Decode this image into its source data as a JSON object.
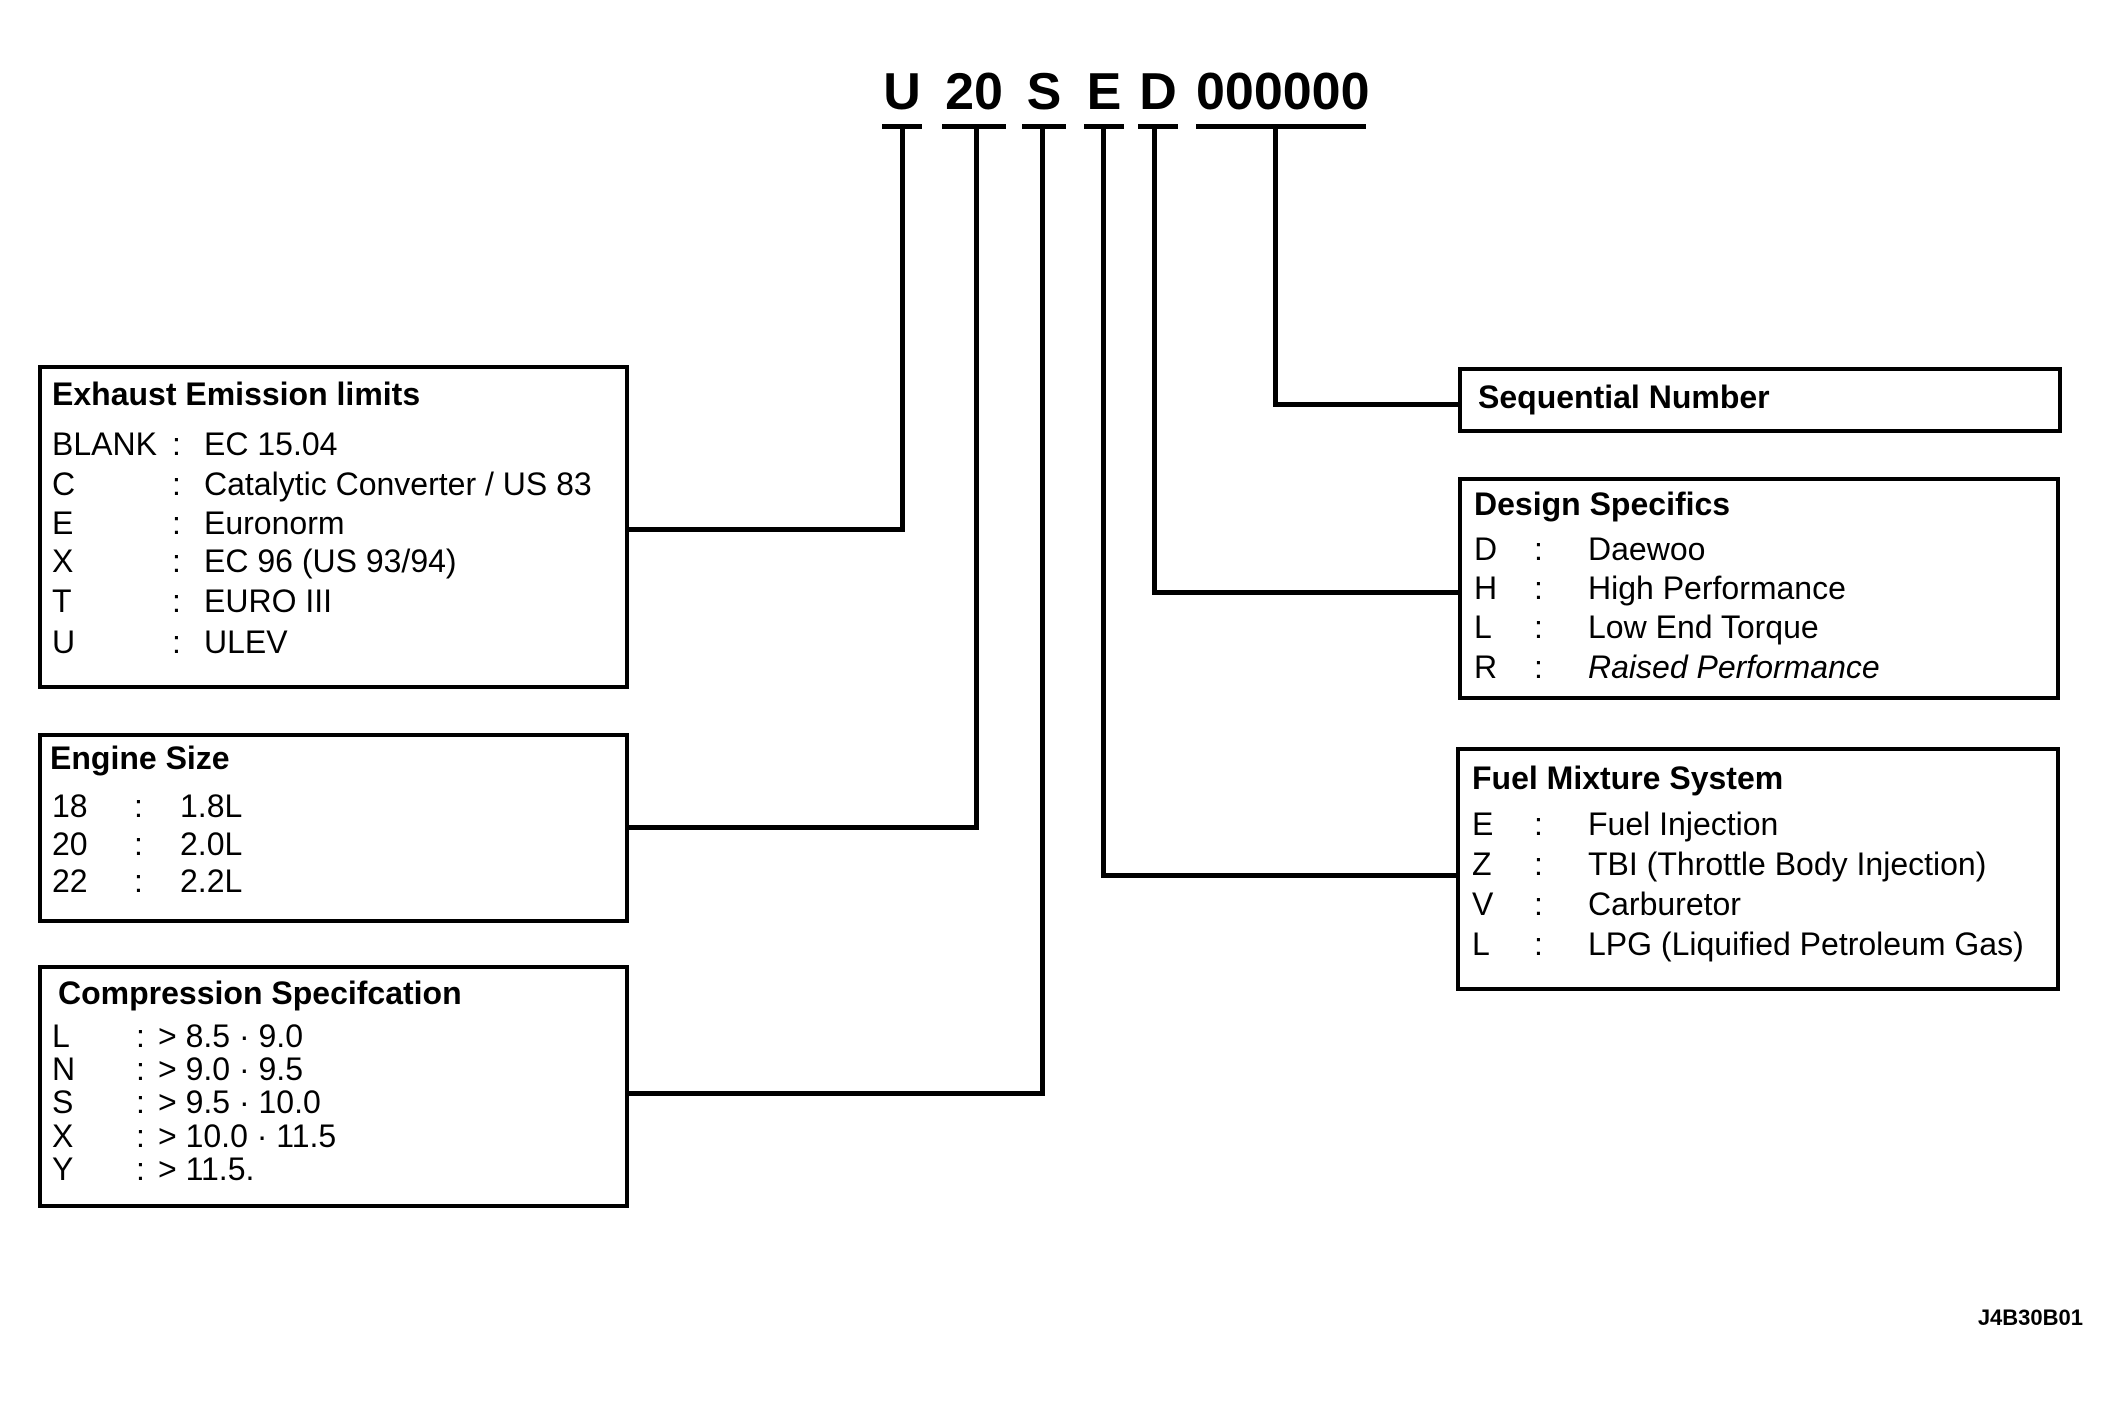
{
  "code": {
    "parts": [
      "U",
      "20",
      "S",
      "E",
      "D",
      "000000"
    ]
  },
  "exhaust": {
    "title": "Exhaust Emission limits",
    "rows": [
      {
        "key": "BLANK",
        "sep": ":",
        "value": "EC 15.04"
      },
      {
        "key": "C",
        "sep": ":",
        "value": "Catalytic Converter / US 83"
      },
      {
        "key": "E",
        "sep": ":",
        "value": "Euronorm"
      },
      {
        "key": "X",
        "sep": ":",
        "value": "EC 96 (US 93/94)"
      },
      {
        "key": "T",
        "sep": ":",
        "value": "EURO III"
      },
      {
        "key": "U",
        "sep": ":",
        "value": "ULEV"
      }
    ]
  },
  "engine": {
    "title": "Engine Size",
    "rows": [
      {
        "key": "18",
        "sep": ":",
        "value": "1.8L"
      },
      {
        "key": "20",
        "sep": ":",
        "value": "2.0L"
      },
      {
        "key": "22",
        "sep": ":",
        "value": "2.2L"
      }
    ]
  },
  "compression": {
    "title": "Compression Specifcation",
    "rows": [
      {
        "key": "L",
        "sep": ":",
        "value": "> 8.5 · 9.0"
      },
      {
        "key": "N",
        "sep": ":",
        "value": "> 9.0 · 9.5"
      },
      {
        "key": "S",
        "sep": ":",
        "value": "> 9.5 · 10.0"
      },
      {
        "key": "X",
        "sep": ":",
        "value": "> 10.0 · 11.5"
      },
      {
        "key": "Y",
        "sep": ":",
        "value": "> 11.5."
      }
    ]
  },
  "sequential": {
    "title": "Sequential Number"
  },
  "design": {
    "title": "Design Specifics",
    "rows": [
      {
        "key": "D",
        "sep": ":",
        "value": "Daewoo"
      },
      {
        "key": "H",
        "sep": ":",
        "value": "High Performance"
      },
      {
        "key": "L",
        "sep": ":",
        "value": "Low End Torque"
      },
      {
        "key": "R",
        "sep": ":",
        "value": "Raised Performance"
      }
    ]
  },
  "fuel": {
    "title": "Fuel Mixture System",
    "rows": [
      {
        "key": "E",
        "sep": ":",
        "value": "Fuel Injection"
      },
      {
        "key": "Z",
        "sep": ":",
        "value": "TBI (Throttle Body Injection)"
      },
      {
        "key": "V",
        "sep": ":",
        "value": "Carburetor"
      },
      {
        "key": "L",
        "sep": ":",
        "value": "LPG (Liquified Petroleum Gas)"
      }
    ]
  },
  "figure_id": "J4B30B01"
}
